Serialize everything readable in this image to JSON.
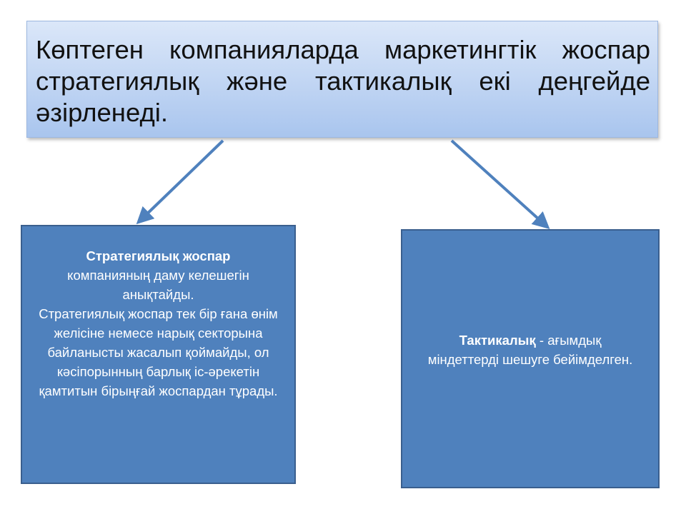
{
  "header": {
    "text": "Көптеген компанияларда маркетингтік жоспар стратегиялық және тактикалық екі деңгейде әзірленеді."
  },
  "strategic_box": {
    "title": "Стратегиялық жоспар",
    "line1": "компанияның даму келешегін анықтайды.",
    "line2": "Стратегиялық жоспар тек бір ғана өнім желісіне немесе нарық секторына байланысты жасалып қоймайды, ол  кәсіпорынның барлық іс-әрекетін қамтитын бірыңғай жоспардан тұрады."
  },
  "tactical_box": {
    "title": "Тактикалық",
    "text": " - ағымдық міндеттерді шешуге бейімделген."
  },
  "colors": {
    "header_fill_top": "#dbe7f9",
    "header_fill_bottom": "#a9c5ee",
    "box_fill": "#4f81bd",
    "arrow": "#4f81bd"
  }
}
